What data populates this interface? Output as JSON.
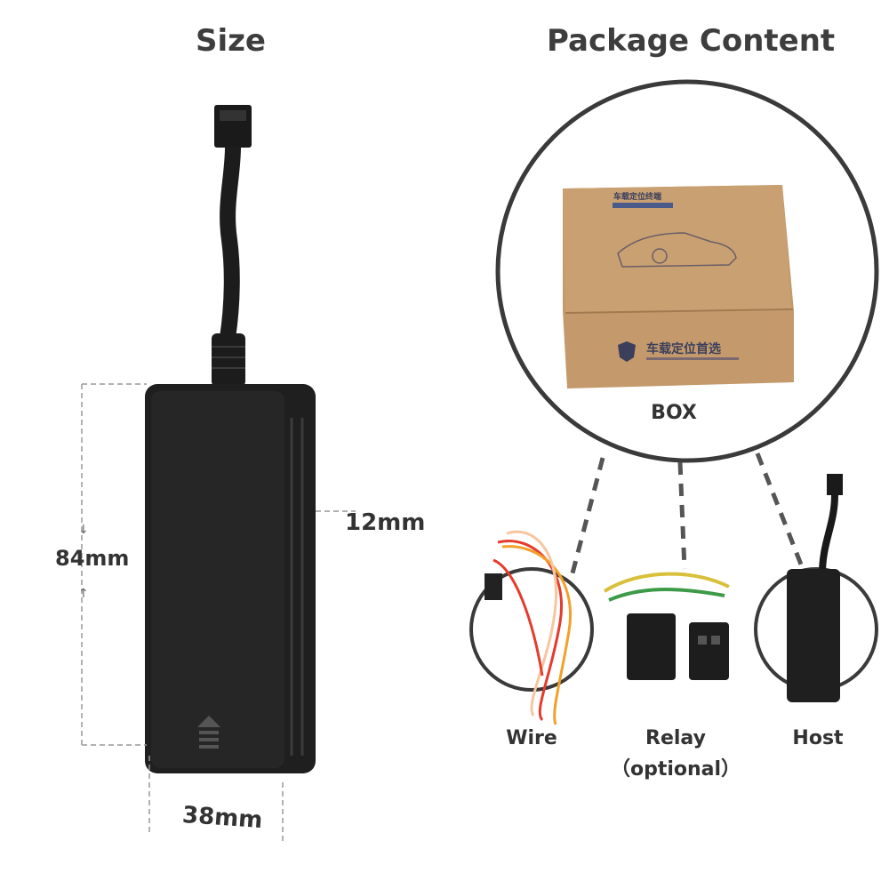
{
  "titles": {
    "size": "Size",
    "package": "Package Content"
  },
  "dimensions": {
    "height": "84mm",
    "width": "38mm",
    "thickness": "12mm"
  },
  "package_items": {
    "box": "BOX",
    "wire": "Wire",
    "relay": "Relay",
    "relay_note": "（optional）",
    "host": "Host"
  },
  "box_print": {
    "top_text": "车载定位终端",
    "front_text": "车载定位首选"
  },
  "colors": {
    "device": "#1f1f1f",
    "circle": "#3a3a3a",
    "box": "#c49a6c"
  }
}
